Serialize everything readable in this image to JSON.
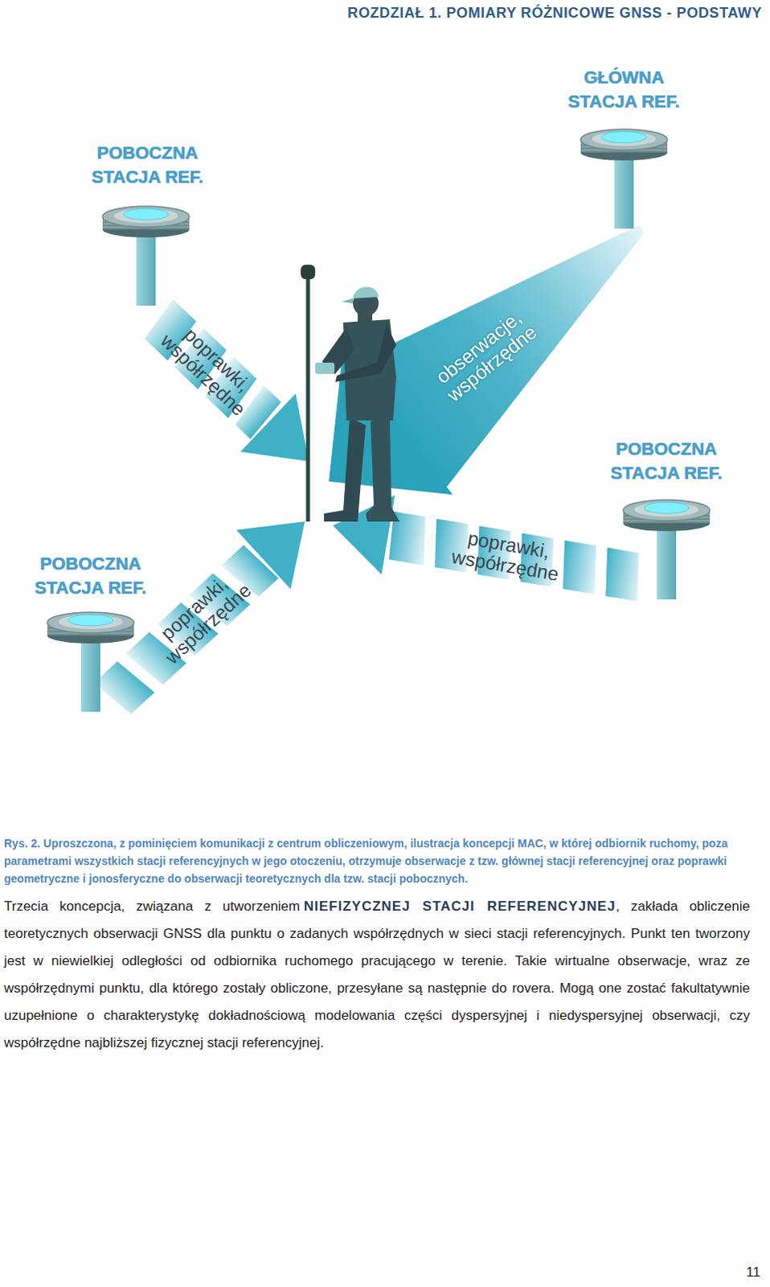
{
  "diagram": {
    "title": "ROZDZIAŁ 1. POMIARY RÓŻNICOWE GNSS - PODSTAWY",
    "caption": "Rys. 2. Uproszczona, z pominięciem komunikacji z centrum obliczeniowym, ilustracja koncepcji MAC, w której odbiornik ruchomy, poza parametrami wszystkich stacji referencyjnych w jego otoczeniu, otrzymuje obserwacje z tzw. głównej stacji referencyjnej oraz poprawki geometryczne i jonosferyczne do obserwacji teoretycznych dla tzw. stacji pobocznych.",
    "nodes": [
      {
        "text": [
          "GŁÓWNA STACJA REF."
        ]
      },
      {
        "text": [
          "POBOCZNA STACJA REF."
        ]
      },
      {
        "text": [
          "POBOCZNA STACJA REF."
        ]
      },
      {
        "text": [
          "POBOCZNA STACJA REF."
        ]
      }
    ],
    "labels": [
      "poprawki, współrzędne",
      "obserwacje, współrzędne",
      "poprawki, współrzędne",
      "poprawki, współrzędne",
      "Trzecia koncepcja, związana z utworzeniem",
      "NIEFIZYCZNEJ STACJI REFERENCYJNEJ",
      ", zakłada obliczenie teoretycznych obserwacji GNSS dla punktu o zadanych współrzędnych w sieci stacji referencyjnych. Punkt ten tworzony jest w niewielkiej odległości od odbiornika ruchomego pracującego w terenie. Takie wirtualne obserwacje, wraz ze współrzędnymi punktu, dla którego zostały obliczone, przesyłane są następnie do rovera. Mogą one zostać fakultatywnie uzupełnione o charakterystykę dokładnościową modelowania części dyspersyjnej i niedyspersyjnej obserwacji, czy współrzędne najbliższej fizycznej stacji referencyjnej.",
      "11"
    ]
  }
}
